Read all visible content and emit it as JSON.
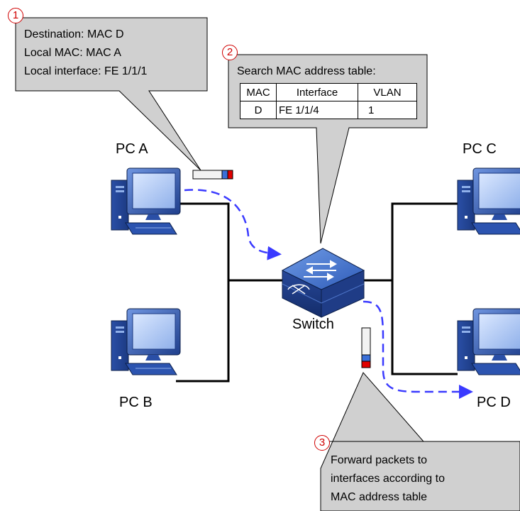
{
  "callouts": [
    {
      "number": "1",
      "lines": [
        "Destination: MAC D",
        "Local MAC: MAC A",
        "Local interface: FE 1/1/1"
      ]
    },
    {
      "number": "2",
      "title": "Search MAC address table:",
      "table": {
        "headers": [
          "MAC",
          "Interface",
          "VLAN"
        ],
        "rows": [
          [
            "D",
            "FE 1/1/4",
            "1"
          ]
        ]
      }
    },
    {
      "number": "3",
      "lines": [
        "Forward packets to",
        "interfaces according to",
        "MAC address table"
      ]
    }
  ],
  "nodes": {
    "pc_a": "PC A",
    "pc_b": "PC B",
    "pc_c": "PC C",
    "pc_d": "PC D",
    "switch": "Switch"
  },
  "colors": {
    "callout_fill": "#d0d0d0",
    "flow_arrow": "#3a3aff",
    "badge": "#d00000",
    "device_blue": "#2a58b5"
  }
}
